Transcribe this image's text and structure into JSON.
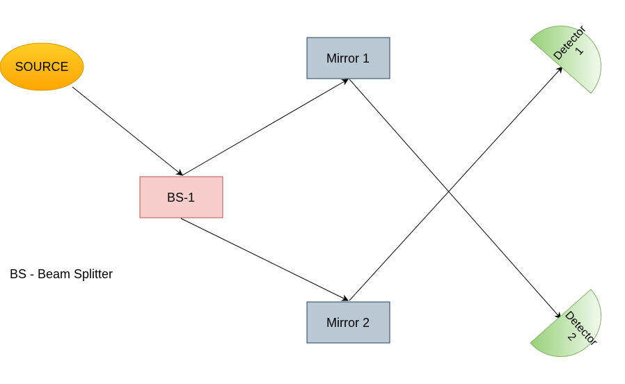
{
  "diagram": {
    "nodes": {
      "source": {
        "label": "SOURCE",
        "fill": "#ffcd28",
        "stroke": "#d79b00"
      },
      "bs1": {
        "label": "BS-1",
        "fill": "#f8cecc",
        "stroke": "#b85450"
      },
      "mirror1": {
        "label": "Mirror 1",
        "fill": "#bac8d3",
        "stroke": "#23445d"
      },
      "mirror2": {
        "label": "Mirror 2",
        "fill": "#bac8d3",
        "stroke": "#23445d"
      },
      "detector1": {
        "label_line1": "Detector",
        "label_line2": "1",
        "fill": "#b9e0a5",
        "stroke": "#82b366"
      },
      "detector2": {
        "label_line1": "Detector",
        "label_line2": "2",
        "fill": "#b9e0a5",
        "stroke": "#82b366"
      }
    },
    "edges": [
      {
        "from": "source",
        "to": "bs1"
      },
      {
        "from": "bs1",
        "to": "mirror1"
      },
      {
        "from": "bs1",
        "to": "mirror2"
      },
      {
        "from": "mirror1",
        "to": "detector2"
      },
      {
        "from": "mirror2",
        "to": "detector1"
      }
    ],
    "note": "BS - Beam Splitter"
  }
}
